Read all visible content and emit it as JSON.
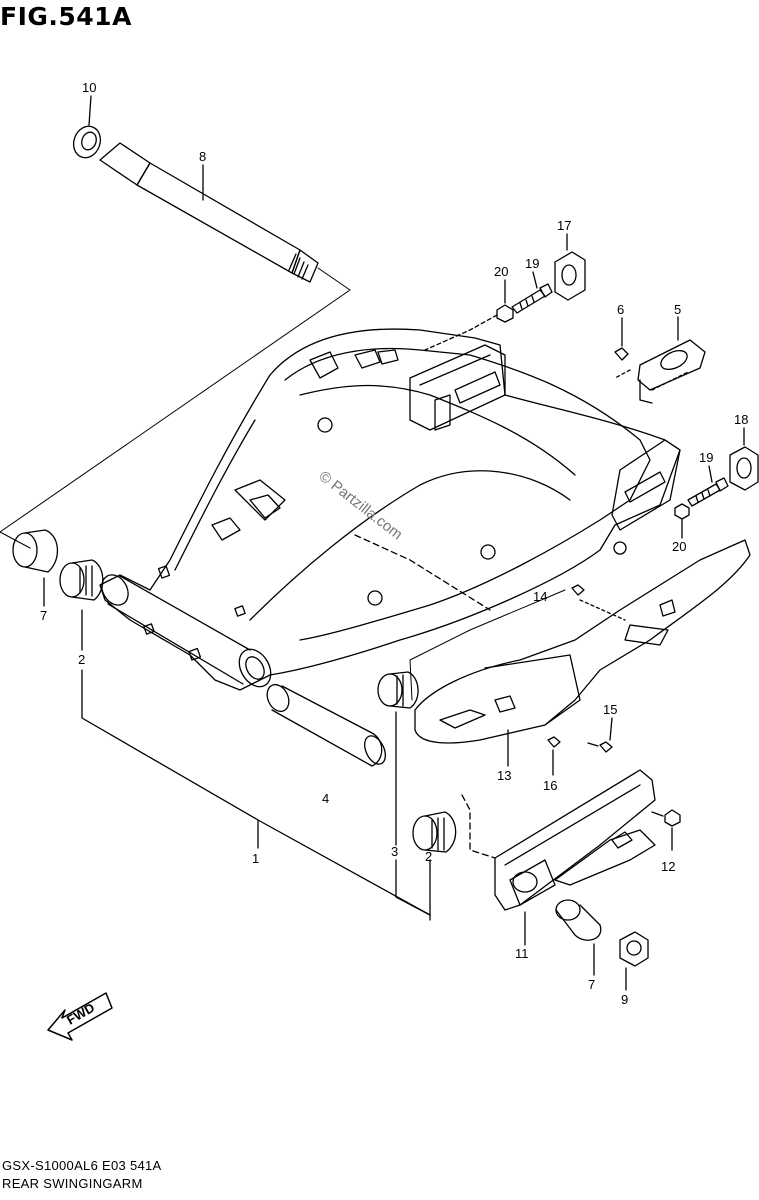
{
  "figure": {
    "title": "FIG.541A",
    "model_code": "GSX-S1000AL6  E03  541A",
    "section_name": "REAR SWINGINGARM",
    "watermark": "© Partzilla.com",
    "direction_label": "FWD"
  },
  "callouts": [
    {
      "id": "c10",
      "label": "10"
    },
    {
      "id": "c8",
      "label": "8"
    },
    {
      "id": "c17",
      "label": "17"
    },
    {
      "id": "c20a",
      "label": "20"
    },
    {
      "id": "c19a",
      "label": "19"
    },
    {
      "id": "c6",
      "label": "6"
    },
    {
      "id": "c5",
      "label": "5"
    },
    {
      "id": "c18",
      "label": "18"
    },
    {
      "id": "c19b",
      "label": "19"
    },
    {
      "id": "c20b",
      "label": "20"
    },
    {
      "id": "c7a",
      "label": "7"
    },
    {
      "id": "c2a",
      "label": "2"
    },
    {
      "id": "c14",
      "label": "14"
    },
    {
      "id": "c15",
      "label": "15"
    },
    {
      "id": "c13",
      "label": "13"
    },
    {
      "id": "c16",
      "label": "16"
    },
    {
      "id": "c4",
      "label": "4"
    },
    {
      "id": "c1",
      "label": "1"
    },
    {
      "id": "c3",
      "label": "3"
    },
    {
      "id": "c2b",
      "label": "2"
    },
    {
      "id": "c12",
      "label": "12"
    },
    {
      "id": "c11",
      "label": "11"
    },
    {
      "id": "c7b",
      "label": "7"
    },
    {
      "id": "c9",
      "label": "9"
    }
  ]
}
